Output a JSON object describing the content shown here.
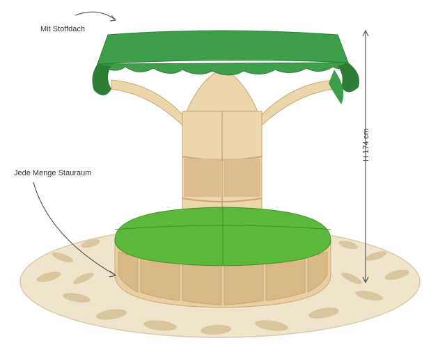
{
  "annotations": {
    "roof_label": "Mit Stoffdach",
    "storage_label": "Jede Menge Stauraum",
    "height_label": "H 174 cm"
  },
  "colors": {
    "canopy": "#3f9e4a",
    "canopy_dark": "#2e7d37",
    "seat_cushion": "#5cb83a",
    "wood": "#e8cfa2",
    "wood_edge": "#c9a672",
    "rug": "#efe4cc",
    "leaf_pattern": "#d8c39a"
  }
}
